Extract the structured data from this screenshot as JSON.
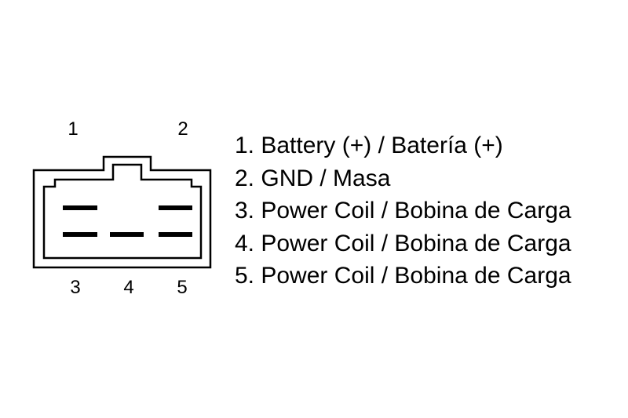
{
  "connector": {
    "pins": [
      {
        "number": "1"
      },
      {
        "number": "2"
      },
      {
        "number": "3"
      },
      {
        "number": "4"
      },
      {
        "number": "5"
      }
    ]
  },
  "legend": [
    "1. Battery (+) / Batería (+)",
    "2. GND / Masa",
    "3. Power Coil / Bobina de Carga",
    "4. Power Coil / Bobina de Carga",
    "5. Power Coil / Bobina de Carga"
  ],
  "colors": {
    "ink": "#000000",
    "background": "#ffffff"
  }
}
